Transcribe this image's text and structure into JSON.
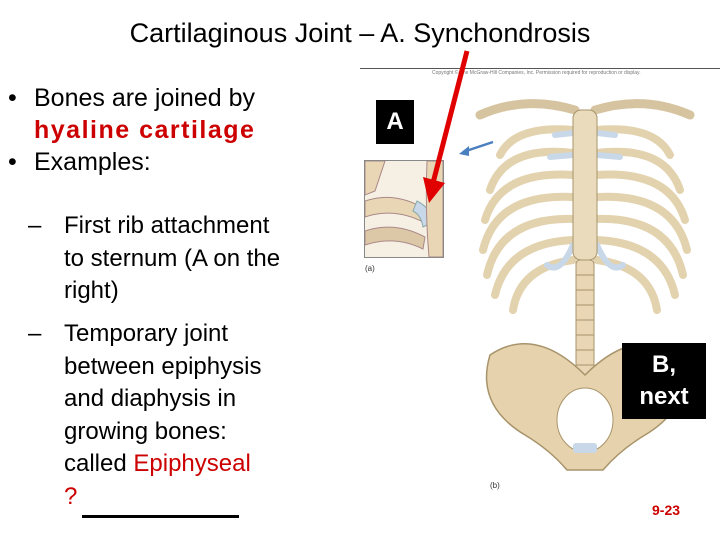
{
  "title": "Cartilaginous Joint – A. Synchondrosis",
  "bullets": {
    "b1_text": "Bones are joined by",
    "b1_red": "hyaline cartilage",
    "b2_text": "Examples:",
    "sub1_dash": "–",
    "sub1_lines": [
      "First rib attachment",
      "to sternum (A on the",
      "right)"
    ],
    "sub2_dash": "–",
    "sub2_lines": [
      "Temporary joint",
      "between epiphysis",
      "and diaphysis in",
      "growing bones:"
    ],
    "sub2_called": "called ",
    "sub2_red": "Epiphyseal",
    "sub2_q": "?"
  },
  "labels": {
    "a": "A",
    "b_line1": "B,",
    "b_line2": "next",
    "fig_a": "(a)",
    "fig_b": "(b)",
    "page": "9-23",
    "copyright": "Copyright © The McGraw-Hill Companies, Inc. Permission required for reproduction or display."
  },
  "colors": {
    "accent_red": "#cc0000",
    "bone": "#e8d6b4",
    "cartilage": "#c8d8e8"
  },
  "icons": {
    "inset": "rib-sternum-joint-illustration",
    "skeleton": "thorax-pelvis-illustration",
    "arrow": "red-pointer-arrow"
  }
}
